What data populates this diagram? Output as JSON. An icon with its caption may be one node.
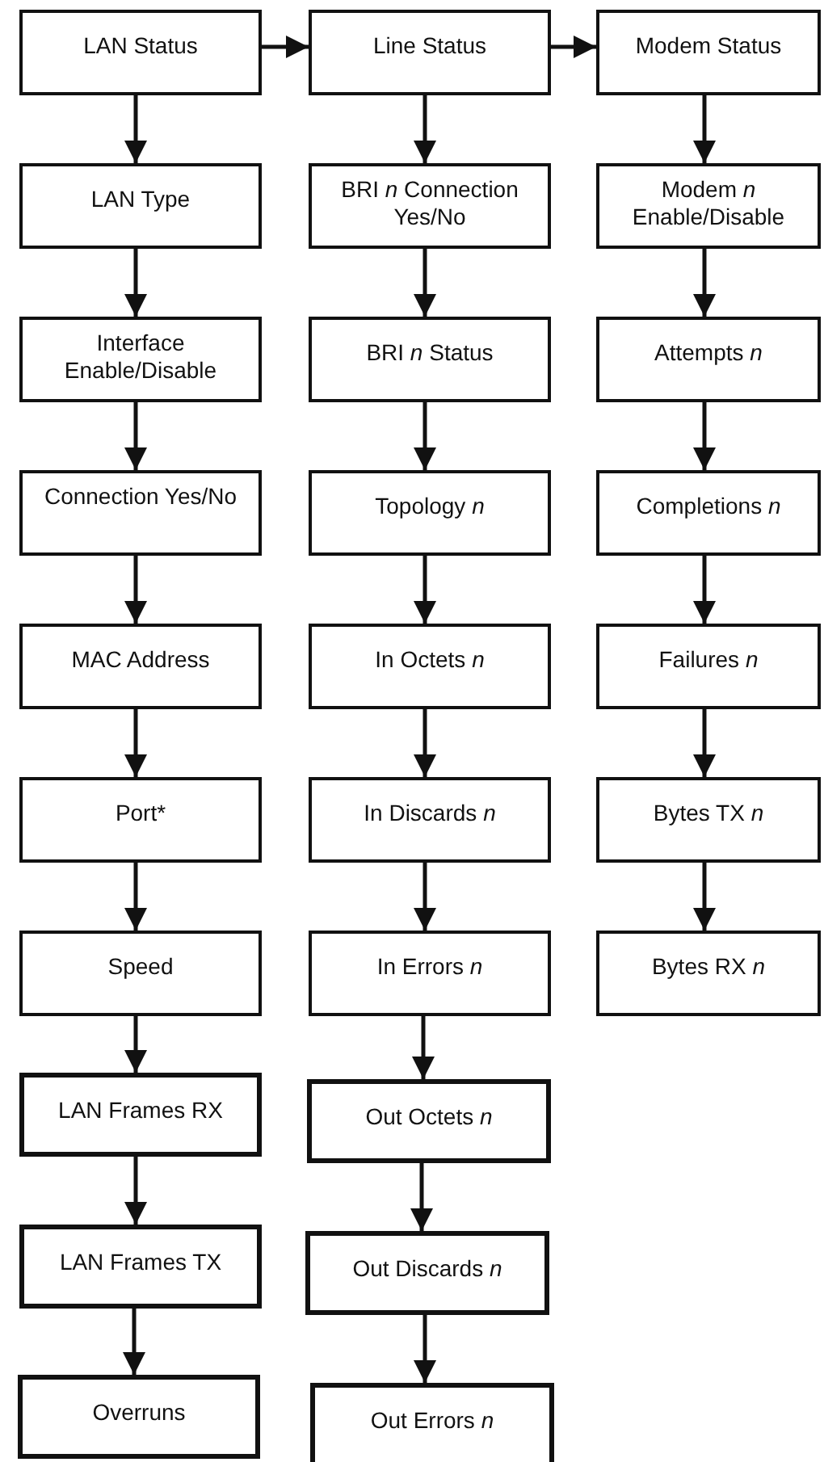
{
  "diagram": {
    "nodes": [
      {
        "text": [
          "LAN Status"
        ]
      },
      {
        "text": [
          "LAN Type"
        ]
      },
      {
        "text": [
          "Interface Enable/Disable"
        ]
      },
      {
        "text": [
          "Connection Yes/No"
        ]
      },
      {
        "text": [
          "MAC Address"
        ]
      },
      {
        "text": [
          "Port*"
        ]
      },
      {
        "text": [
          "Speed"
        ]
      },
      {
        "text": [
          "LAN Frames RX"
        ]
      },
      {
        "text": [
          "LAN Frames TX"
        ]
      },
      {
        "text": [
          "Overruns"
        ]
      },
      {
        "text": [
          "Line Status"
        ]
      },
      {
        "text": [
          "BRI *n* Connection Yes/No"
        ]
      },
      {
        "text": [
          "BRI *n* Status"
        ]
      },
      {
        "text": [
          "Topology *n*"
        ]
      },
      {
        "text": [
          "In Octets *n*"
        ]
      },
      {
        "text": [
          "In Discards *n*"
        ]
      },
      {
        "text": [
          "In Errors *n*"
        ]
      },
      {
        "text": [
          "Out Octets *n*"
        ]
      },
      {
        "text": [
          "Out Discards *n*"
        ]
      },
      {
        "text": [
          "Out Errors *n*"
        ]
      },
      {
        "text": [
          "Modem Status"
        ]
      },
      {
        "text": [
          "Modem *n* Enable/Disable"
        ]
      },
      {
        "text": [
          "Attempts *n*"
        ]
      },
      {
        "text": [
          "Completions *n*"
        ]
      },
      {
        "text": [
          "Failures *n*"
        ]
      },
      {
        "text": [
          "Bytes TX *n*"
        ]
      },
      {
        "text": [
          "Bytes RX *n*"
        ]
      }
    ],
    "edges": [
      {
        "from": 0,
        "to": 10,
        "arrow": "to"
      },
      {
        "from": 10,
        "to": 20,
        "arrow": "to"
      },
      {
        "from": 0,
        "to": 1,
        "arrow": "to"
      },
      {
        "from": 1,
        "to": 2,
        "arrow": "to"
      },
      {
        "from": 2,
        "to": 3,
        "arrow": "to"
      },
      {
        "from": 3,
        "to": 4,
        "arrow": "to"
      },
      {
        "from": 4,
        "to": 5,
        "arrow": "to"
      },
      {
        "from": 5,
        "to": 6,
        "arrow": "to"
      },
      {
        "from": 6,
        "to": 7,
        "arrow": "to"
      },
      {
        "from": 7,
        "to": 8,
        "arrow": "to"
      },
      {
        "from": 8,
        "to": 9,
        "arrow": "to"
      },
      {
        "from": 10,
        "to": 11,
        "arrow": "to"
      },
      {
        "from": 11,
        "to": 12,
        "arrow": "to"
      },
      {
        "from": 12,
        "to": 13,
        "arrow": "to"
      },
      {
        "from": 13,
        "to": 14,
        "arrow": "to"
      },
      {
        "from": 14,
        "to": 15,
        "arrow": "to"
      },
      {
        "from": 15,
        "to": 16,
        "arrow": "to"
      },
      {
        "from": 16,
        "to": 17,
        "arrow": "to"
      },
      {
        "from": 17,
        "to": 18,
        "arrow": "to"
      },
      {
        "from": 18,
        "to": 19,
        "arrow": "to"
      },
      {
        "from": 20,
        "to": 21,
        "arrow": "to"
      },
      {
        "from": 21,
        "to": 22,
        "arrow": "to"
      },
      {
        "from": 22,
        "to": 23,
        "arrow": "to"
      },
      {
        "from": 23,
        "to": 24,
        "arrow": "to"
      },
      {
        "from": 24,
        "to": 25,
        "arrow": "to"
      },
      {
        "from": 25,
        "to": 26,
        "arrow": "to"
      }
    ]
  }
}
